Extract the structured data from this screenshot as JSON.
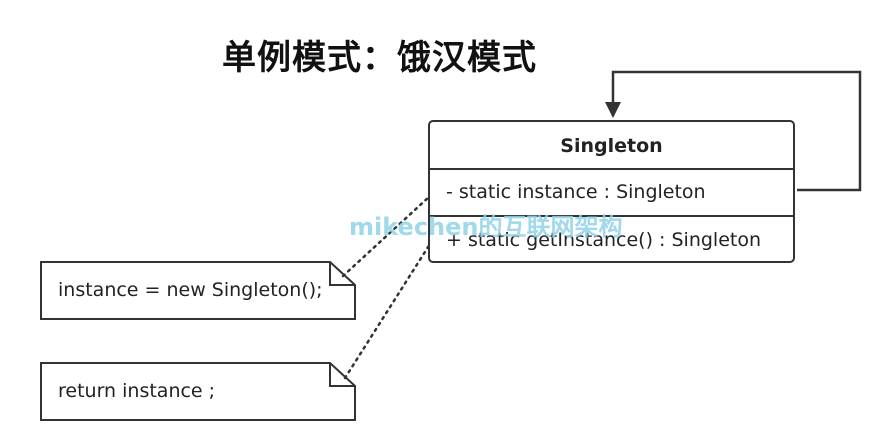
{
  "title": "单例模式：饿汉模式",
  "class_box": {
    "name": "Singleton",
    "attribute": "- static instance : Singleton",
    "operation": "+ static getInstance() : Singleton"
  },
  "notes": [
    {
      "text": "instance = new Singleton();"
    },
    {
      "text": "return instance ;"
    }
  ],
  "watermark": "mikechen的互联网架构",
  "colors": {
    "line": "#333333",
    "watermark": "#8fd3e8"
  }
}
